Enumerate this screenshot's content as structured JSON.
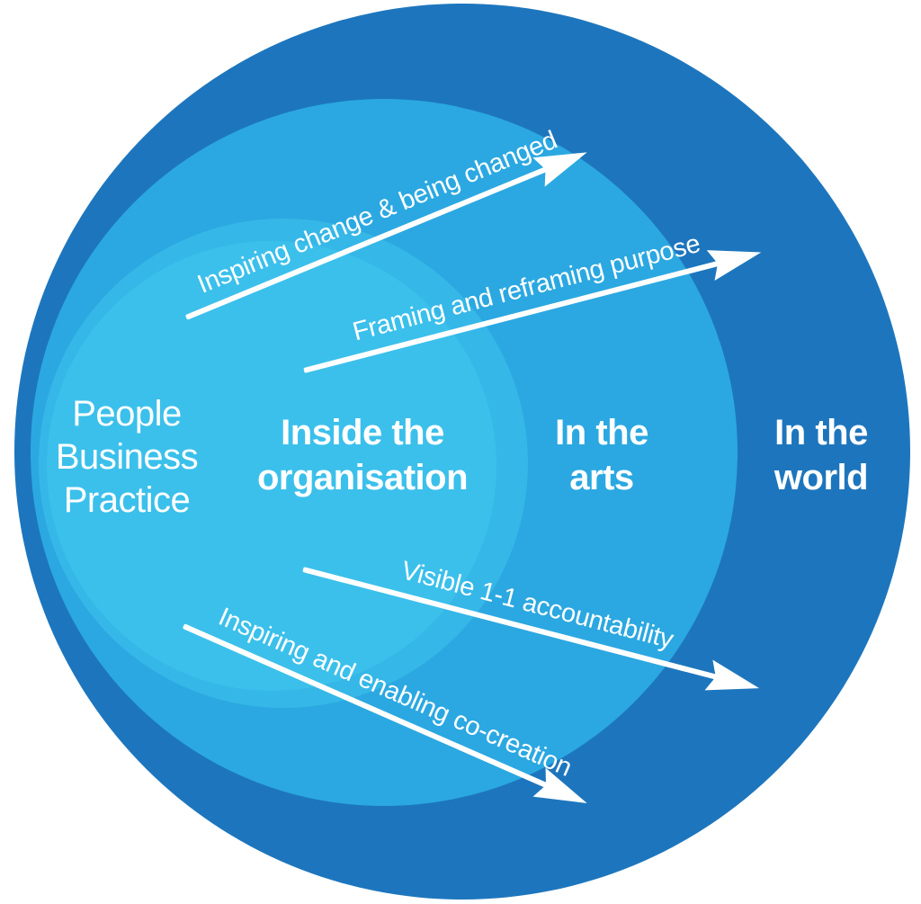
{
  "colors": {
    "background": "#FFFFFF",
    "world": "#1D76BD",
    "arts": "#2BA8E1",
    "organisation_ring": "#35B7E8",
    "core": "#3BC0EB",
    "text": "#FFFFFF",
    "arrow": "#FFFFFF"
  },
  "rings": [
    {
      "id": "world",
      "label": "In the world",
      "lines": [
        "In the",
        "world"
      ]
    },
    {
      "id": "arts",
      "label": "In the arts",
      "lines": [
        "In the",
        "arts"
      ]
    },
    {
      "id": "organisation",
      "label": "Inside the organisation",
      "lines": [
        "Inside the",
        "organisation"
      ]
    },
    {
      "id": "core",
      "label": "People Business Practice",
      "lines": [
        "People",
        "Business",
        "Practice"
      ]
    }
  ],
  "arrows": [
    {
      "id": "inspiring-change",
      "label": "Inspiring change & being changed"
    },
    {
      "id": "framing-purpose",
      "label": "Framing and reframing purpose"
    },
    {
      "id": "visible-accountability",
      "label": "Visible 1-1 accountability"
    },
    {
      "id": "co-creation",
      "label": "Inspiring and enabling co-creation"
    }
  ]
}
